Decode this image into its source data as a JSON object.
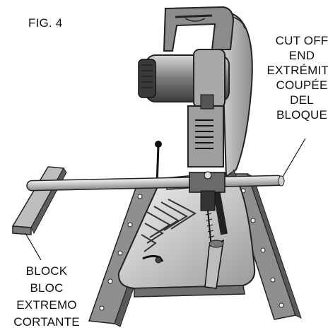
{
  "figure": {
    "title": "FIG. 4",
    "cut_off_end_label": [
      "CUT OFF",
      "END",
      "EXTRÉMITÉ",
      "COUPÉE",
      "DEL",
      "BLOQUE"
    ],
    "block_label": [
      "BLOCK",
      "BLOC",
      "EXTREMO",
      "CORTANTE"
    ]
  },
  "colors": {
    "ink": "#111111",
    "metal_light": "#e6e6e6",
    "metal_mid": "#bdbdbd",
    "metal_dark": "#6e6e6e",
    "background": "#ffffff"
  }
}
